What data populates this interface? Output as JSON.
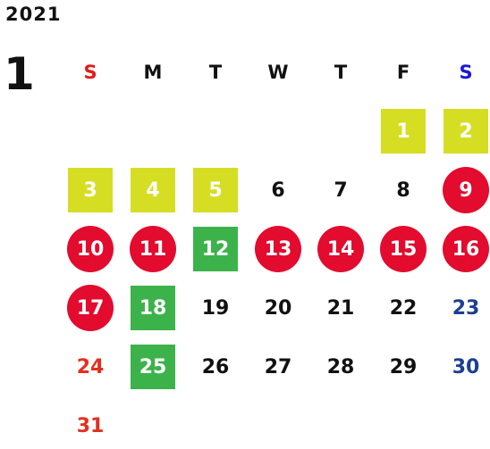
{
  "year": "2021",
  "month": "1",
  "weekdays": [
    "S",
    "M",
    "T",
    "W",
    "T",
    "F",
    "S"
  ],
  "colors": {
    "lime": "#d6de24",
    "green": "#3cb34a",
    "red": "#e30b2e",
    "sunday_text": "#e3301e",
    "saturday_text": "#1c3f94"
  },
  "weeks": [
    [
      {
        "day": ""
      },
      {
        "day": ""
      },
      {
        "day": ""
      },
      {
        "day": ""
      },
      {
        "day": ""
      },
      {
        "day": "1",
        "style": "lime"
      },
      {
        "day": "2",
        "style": "lime"
      }
    ],
    [
      {
        "day": "3",
        "style": "lime"
      },
      {
        "day": "4",
        "style": "lime"
      },
      {
        "day": "5",
        "style": "lime"
      },
      {
        "day": "6"
      },
      {
        "day": "7"
      },
      {
        "day": "8"
      },
      {
        "day": "9",
        "style": "red"
      }
    ],
    [
      {
        "day": "10",
        "style": "red"
      },
      {
        "day": "11",
        "style": "red"
      },
      {
        "day": "12",
        "style": "green"
      },
      {
        "day": "13",
        "style": "red"
      },
      {
        "day": "14",
        "style": "red"
      },
      {
        "day": "15",
        "style": "red"
      },
      {
        "day": "16",
        "style": "red"
      }
    ],
    [
      {
        "day": "17",
        "style": "red"
      },
      {
        "day": "18",
        "style": "green"
      },
      {
        "day": "19"
      },
      {
        "day": "20"
      },
      {
        "day": "21"
      },
      {
        "day": "22"
      },
      {
        "day": "23",
        "style": "sat"
      }
    ],
    [
      {
        "day": "24",
        "style": "sun"
      },
      {
        "day": "25",
        "style": "green"
      },
      {
        "day": "26"
      },
      {
        "day": "27"
      },
      {
        "day": "28"
      },
      {
        "day": "29"
      },
      {
        "day": "30",
        "style": "sat"
      }
    ],
    [
      {
        "day": "31",
        "style": "sun"
      },
      {
        "day": ""
      },
      {
        "day": ""
      },
      {
        "day": ""
      },
      {
        "day": ""
      },
      {
        "day": ""
      },
      {
        "day": ""
      }
    ]
  ]
}
